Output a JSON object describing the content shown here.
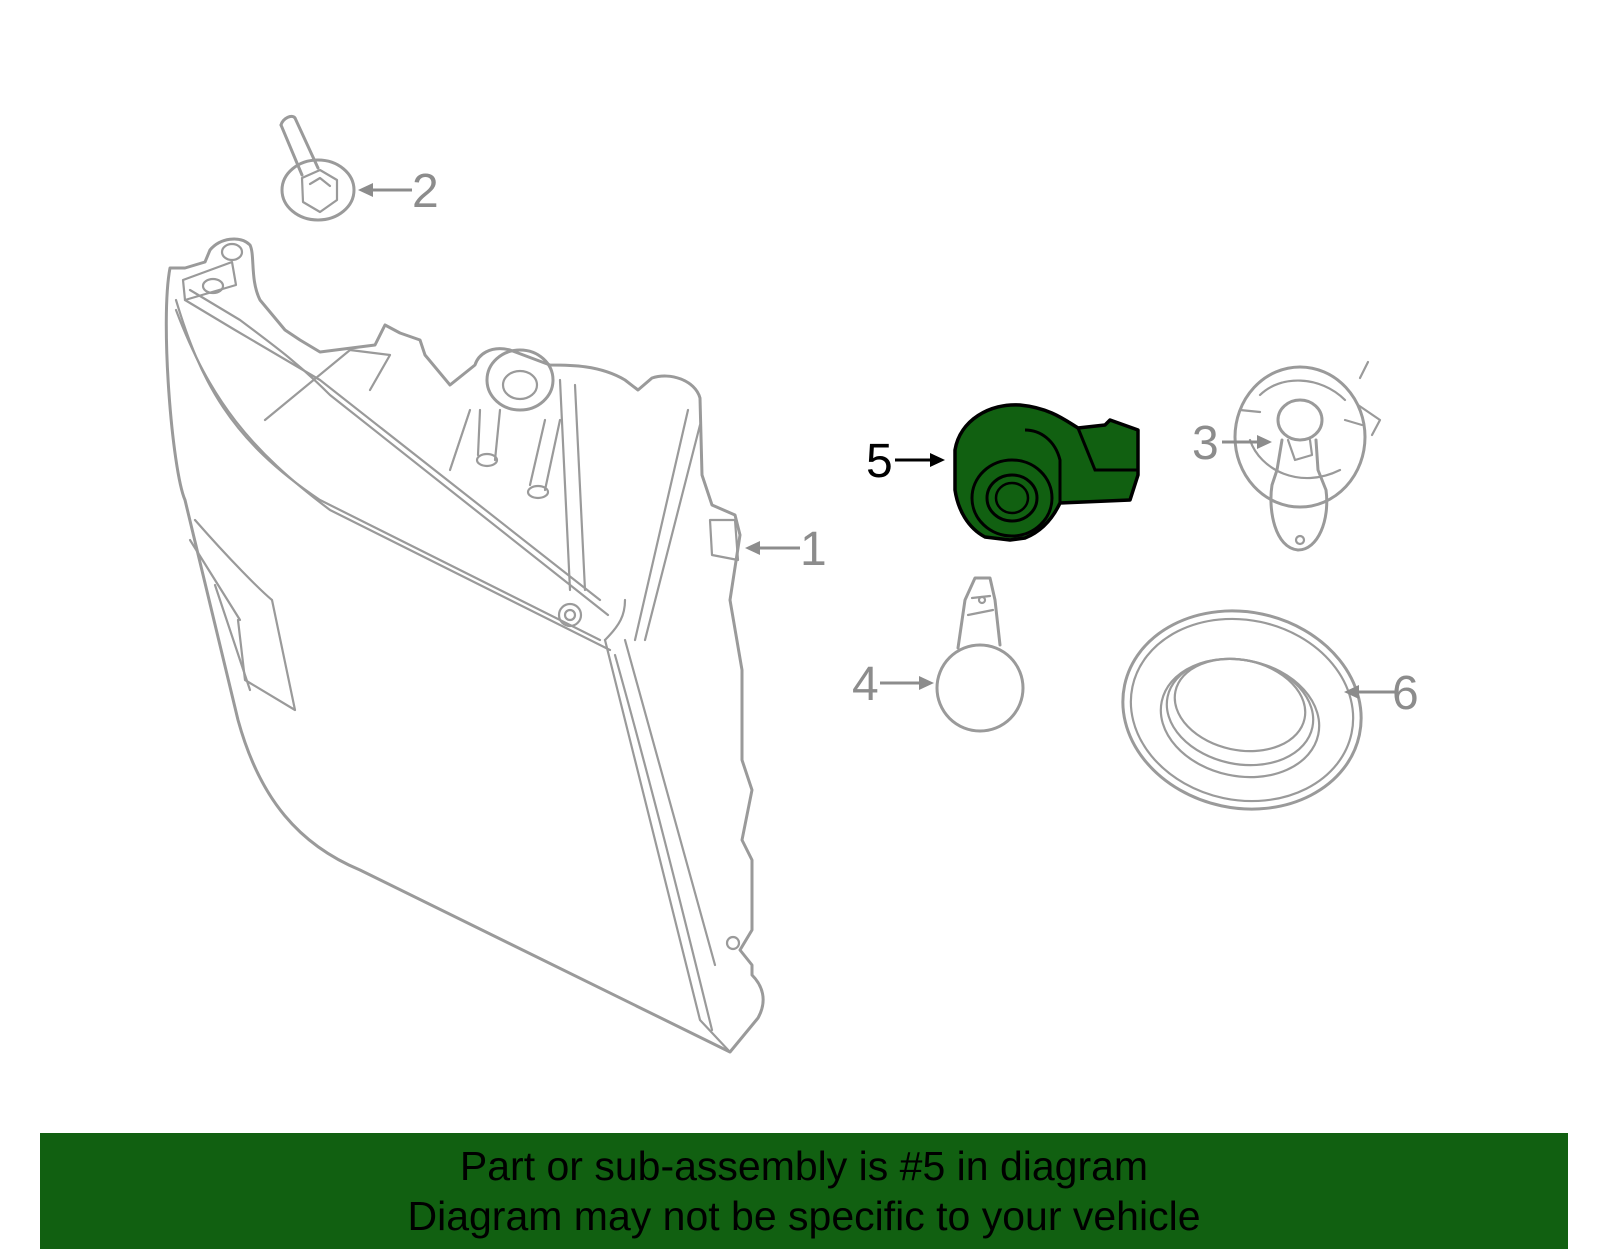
{
  "callouts": [
    {
      "number": "1",
      "part": "headlamp-assembly"
    },
    {
      "number": "2",
      "part": "bolt"
    },
    {
      "number": "3",
      "part": "headlamp-bulb"
    },
    {
      "number": "4",
      "part": "side-marker-bulb"
    },
    {
      "number": "5",
      "part": "bulb-socket",
      "highlighted": true
    },
    {
      "number": "6",
      "part": "seal-ring"
    }
  ],
  "banner": {
    "line1": "Part or sub-assembly is #5 in diagram",
    "line2": "Diagram may not be specific to your vehicle"
  },
  "colors": {
    "highlight": "#116011",
    "banner": "#116011",
    "line": "#9a9a9a"
  }
}
